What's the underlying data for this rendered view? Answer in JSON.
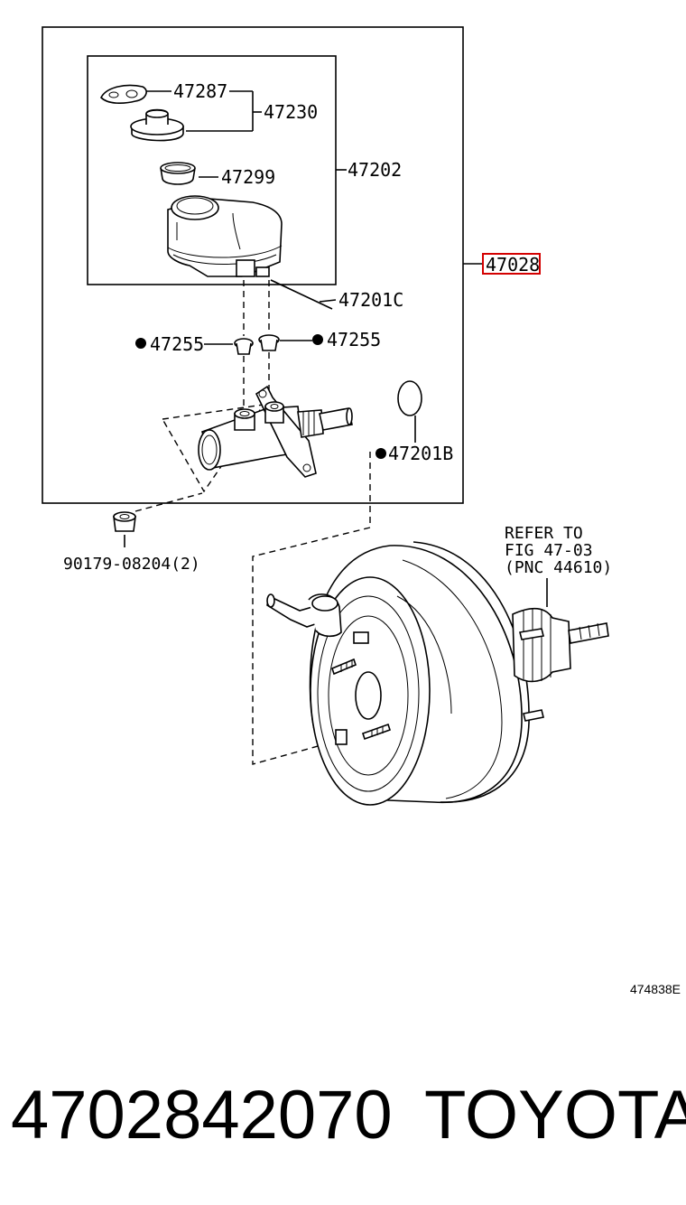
{
  "diagram": {
    "callouts": {
      "assembly": "47028",
      "reservoir_assy": "47202",
      "cap_gasket": "47287",
      "cap_assy": "47230",
      "strainer": "47299",
      "reservoir_sub": "47201C",
      "grommet_left": "47255",
      "grommet_right": "47255",
      "oring": "47201B",
      "nut": "90179-08204(2)"
    },
    "refer_note": [
      "REFER TO",
      "FIG 47-03",
      "(PNC 44610)"
    ],
    "figure_id": "474838E",
    "highlight_color": "#d40000"
  },
  "footer": {
    "part_number": "4702842070",
    "brand": "TOYOTA"
  }
}
